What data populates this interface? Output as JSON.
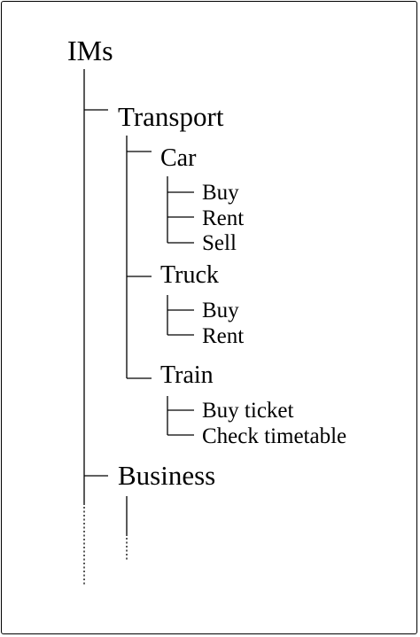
{
  "tree": {
    "root": "IMs",
    "transport": {
      "label": "Transport",
      "car": {
        "label": "Car",
        "items": [
          "Buy",
          "Rent",
          "Sell"
        ]
      },
      "truck": {
        "label": "Truck",
        "items": [
          "Buy",
          "Rent"
        ]
      },
      "train": {
        "label": "Train",
        "items": [
          "Buy ticket",
          "Check timetable"
        ]
      }
    },
    "business": {
      "label": "Business"
    }
  }
}
